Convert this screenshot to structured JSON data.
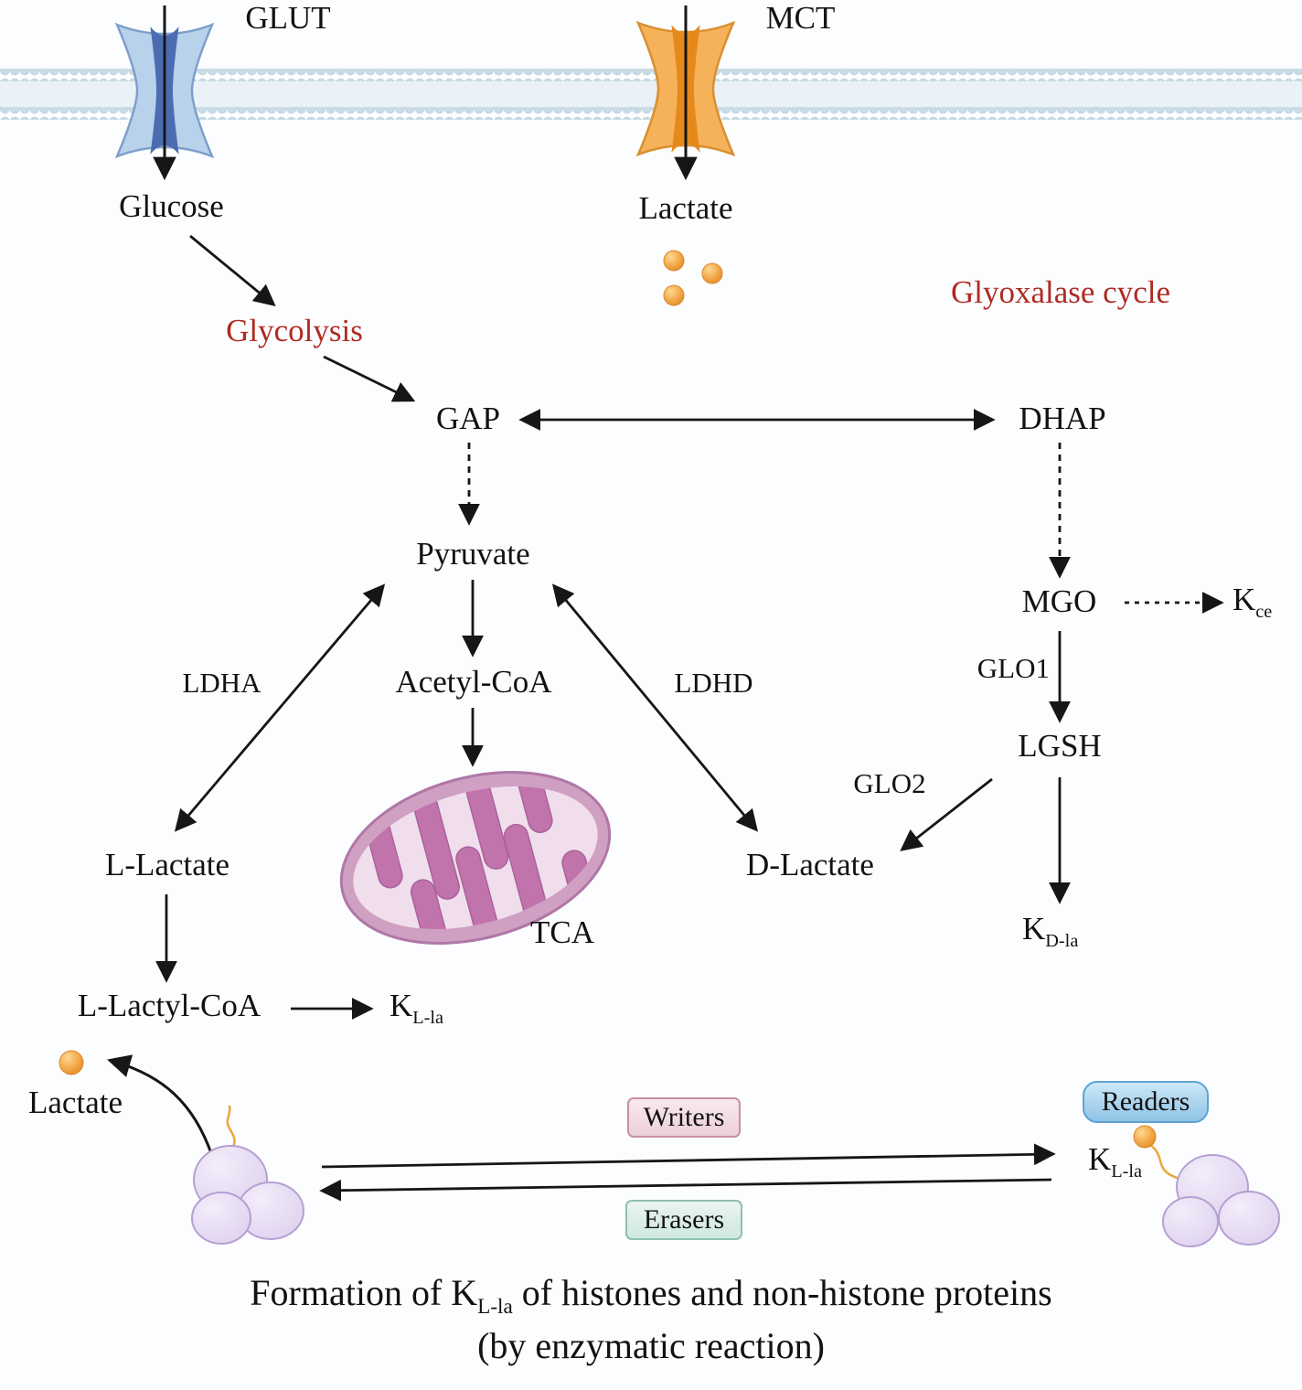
{
  "transporters": {
    "glut": "GLUT",
    "mct": "MCT"
  },
  "nodes": {
    "glucose": "Glucose",
    "lactate_top": "Lactate",
    "glycolysis": "Glycolysis",
    "glyoxalase_cycle": "Glyoxalase cycle",
    "gap": "GAP",
    "dhap": "DHAP",
    "pyruvate": "Pyruvate",
    "acetyl_coa": "Acetyl-CoA",
    "ldha": "LDHA",
    "ldhd": "LDHD",
    "mgo": "MGO",
    "k_ce": {
      "base": "K",
      "sub": "ce"
    },
    "glo1": "GLO1",
    "lgsh": "LGSH",
    "glo2": "GLO2",
    "l_lactate": "L-Lactate",
    "d_lactate": "D-Lactate",
    "tca": "TCA",
    "k_d_la": {
      "base": "K",
      "sub": "D-la"
    },
    "l_lactyl_coa": "L-Lactyl-CoA",
    "k_l_la_left": {
      "base": "K",
      "sub": "L-la"
    },
    "lactate_bottom": "Lactate",
    "k_l_la_right": {
      "base": "K",
      "sub": "L-la"
    }
  },
  "badges": {
    "writers": "Writers",
    "erasers": "Erasers",
    "readers": "Readers"
  },
  "caption": {
    "line1_prefix": "Formation of ",
    "line1_k": "K",
    "line1_sub": "L-la",
    "line1_suffix": " of histones and non-histone proteins",
    "line2": "(by enzymatic reaction)"
  },
  "colors": {
    "accent_red": "#b02a22",
    "glut_blue": "#b9d2ec",
    "glut_core": "#4c6cb1",
    "mct_orange": "#f6b25a",
    "mct_core": "#e5891b",
    "lactate_dot": "#f2a94e",
    "membrane_bead": "#c9dce6",
    "mitochondria_pink": "#cfa0c2",
    "mitochondria_cristae": "#c173ab",
    "protein_lavender": "#e6dcf3",
    "writers_badge": "#eccfda",
    "erasers_badge": "#cfe7e0",
    "readers_badge": "#8fc3e6"
  }
}
